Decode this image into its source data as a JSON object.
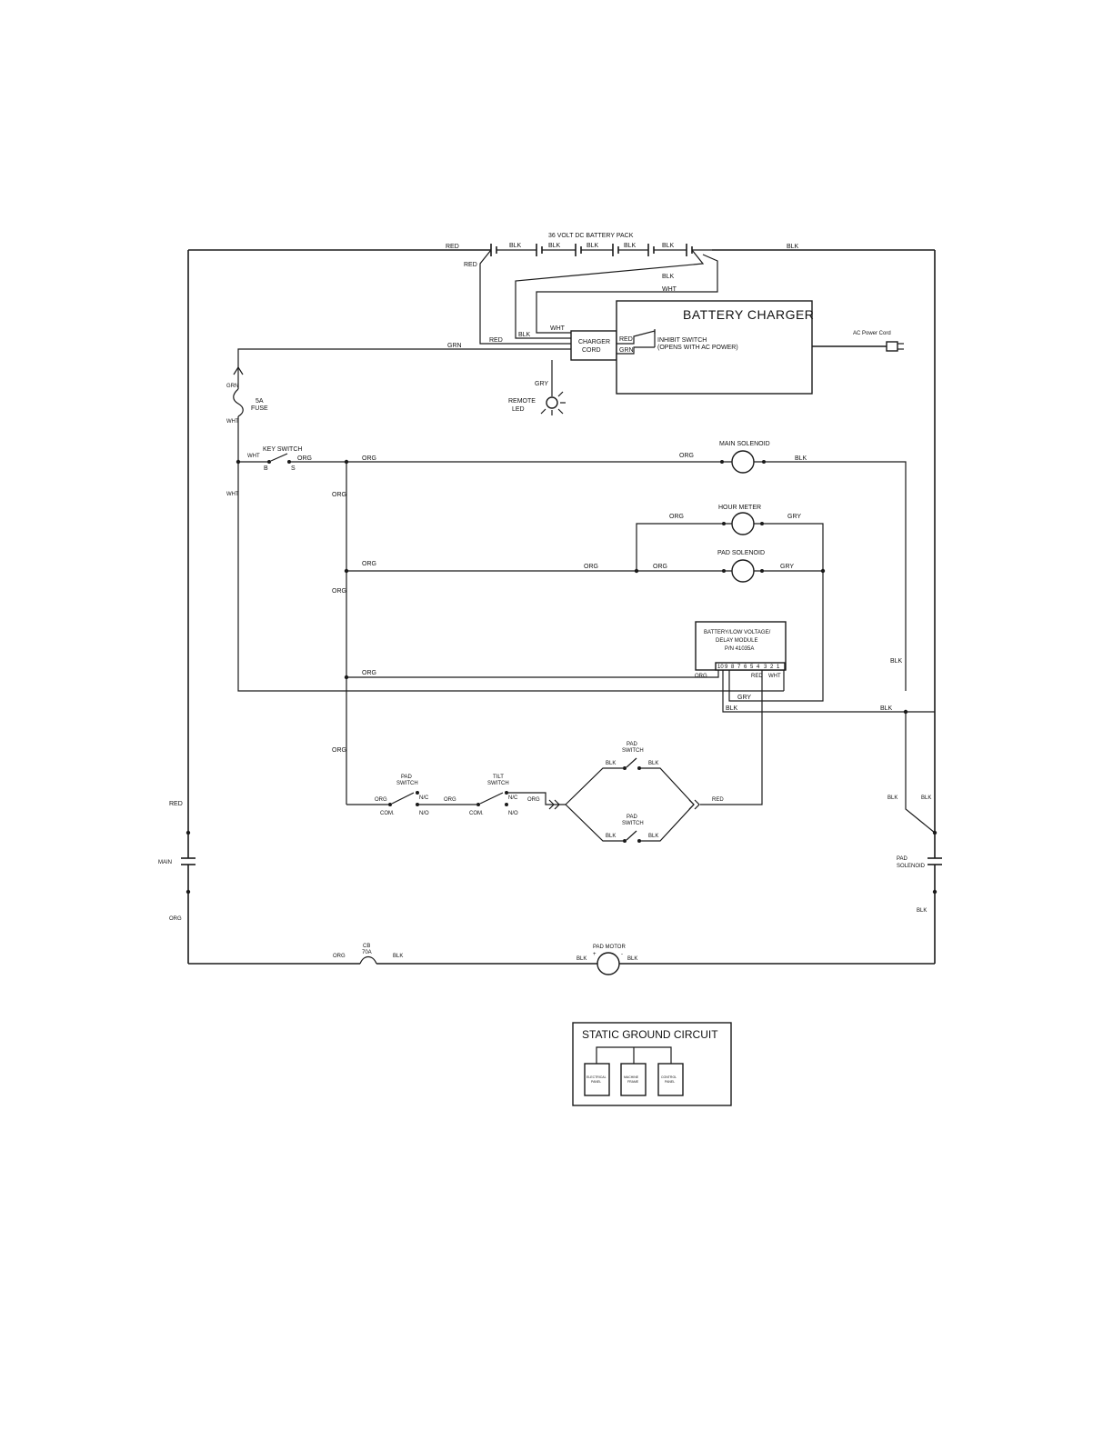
{
  "battery_pack": {
    "title": "36 VOLT DC BATTERY PACK",
    "links": [
      "BLK",
      "BLK",
      "BLK",
      "BLK",
      "BLK"
    ]
  },
  "battery_charger": {
    "title": "BATTERY CHARGER",
    "inhibit_switch": "INHIBIT SWITCH",
    "inhibit_note": "(OPENS WITH AC POWER)",
    "red": "RED",
    "grn": "GRN",
    "ac_cord": "AC Power Cord"
  },
  "charger_cord": {
    "line1": "CHARGER",
    "line2": "CORD"
  },
  "remote_led": {
    "line1": "REMOTE",
    "line2": "LED"
  },
  "fuse": {
    "line1": "5A",
    "line2": "FUSE"
  },
  "key_switch": {
    "label": "KEY SWITCH",
    "b": "B",
    "s": "S"
  },
  "main_solenoid": "MAIN SOLENOID",
  "hour_meter": "HOUR METER",
  "pad_solenoid_coil": "PAD SOLENOID",
  "module": {
    "line1": "BATTERY/LOW VOLTAGE/",
    "line2": "DELAY MODULE",
    "line3": "P/N 41035A",
    "pins": [
      "10",
      "9",
      "8",
      "7",
      "6",
      "5",
      "4",
      "3",
      "2",
      "1"
    ]
  },
  "pad_switch": {
    "line1": "PAD",
    "line2": "SWITCH"
  },
  "tilt_switch": {
    "line1": "TILT",
    "line2": "SWITCH"
  },
  "contacts": {
    "nc": "N/C",
    "no": "N/O",
    "com": "COM."
  },
  "main_contact": "MAIN",
  "pad_solenoid_contact": {
    "line1": "PAD",
    "line2": "SOLENOID"
  },
  "circuit_breaker": {
    "line1": "CB",
    "line2": "70A"
  },
  "pad_motor": {
    "label": "PAD MOTOR",
    "plus": "+",
    "minus": "-"
  },
  "static_ground": {
    "title": "STATIC GROUND CIRCUIT",
    "boxes": [
      {
        "line1": "ELECTRICAL",
        "line2": "PANEL"
      },
      {
        "line1": "MACHINE",
        "line2": "FRAME"
      },
      {
        "line1": "CONTROL",
        "line2": "PANEL"
      }
    ]
  },
  "wires": {
    "red": "RED",
    "blk": "BLK",
    "wht": "WHT",
    "grn": "GRN",
    "gry": "GRY",
    "org": "ORG"
  }
}
